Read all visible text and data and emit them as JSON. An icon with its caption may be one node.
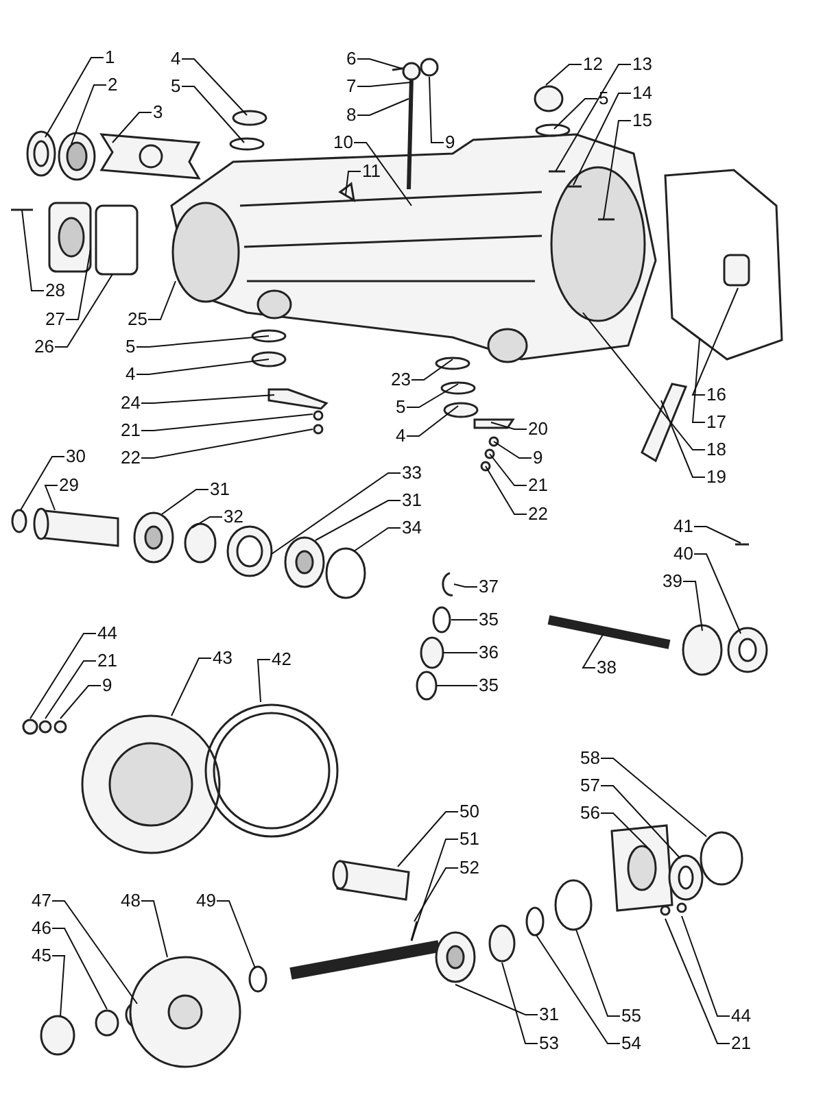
{
  "diagram": {
    "nodes": [
      {
        "text": [
          "1"
        ]
      },
      {
        "text": [
          "2"
        ]
      },
      {
        "text": [
          "3"
        ]
      },
      {
        "text": [
          "4"
        ]
      },
      {
        "text": [
          "5"
        ]
      },
      {
        "text": [
          "6"
        ]
      },
      {
        "text": [
          "7"
        ]
      },
      {
        "text": [
          "8"
        ]
      },
      {
        "text": [
          "9"
        ]
      },
      {
        "text": [
          "10"
        ]
      },
      {
        "text": [
          "11"
        ]
      },
      {
        "text": [
          "12"
        ]
      },
      {
        "text": [
          "5"
        ]
      },
      {
        "text": [
          "13"
        ]
      },
      {
        "text": [
          "14"
        ]
      },
      {
        "text": [
          "15"
        ]
      },
      {
        "text": [
          "16"
        ]
      },
      {
        "text": [
          "17"
        ]
      },
      {
        "text": [
          "18"
        ]
      },
      {
        "text": [
          "19"
        ]
      },
      {
        "text": [
          "20"
        ]
      },
      {
        "text": [
          "9"
        ]
      },
      {
        "text": [
          "21"
        ]
      },
      {
        "text": [
          "22"
        ]
      },
      {
        "text": [
          "23"
        ]
      },
      {
        "text": [
          "5"
        ]
      },
      {
        "text": [
          "4"
        ]
      },
      {
        "text": [
          "28"
        ]
      },
      {
        "text": [
          "25"
        ]
      },
      {
        "text": [
          "27"
        ]
      },
      {
        "text": [
          "26"
        ]
      },
      {
        "text": [
          "5"
        ]
      },
      {
        "text": [
          "4"
        ]
      },
      {
        "text": [
          "24"
        ]
      },
      {
        "text": [
          "21"
        ]
      },
      {
        "text": [
          "22"
        ]
      },
      {
        "text": [
          "30"
        ]
      },
      {
        "text": [
          "29"
        ]
      },
      {
        "text": [
          "31"
        ]
      },
      {
        "text": [
          "32"
        ]
      },
      {
        "text": [
          "33"
        ]
      },
      {
        "text": [
          "31"
        ]
      },
      {
        "text": [
          "34"
        ]
      },
      {
        "text": [
          "41"
        ]
      },
      {
        "text": [
          "40"
        ]
      },
      {
        "text": [
          "39"
        ]
      },
      {
        "text": [
          "37"
        ]
      },
      {
        "text": [
          "44"
        ]
      },
      {
        "text": [
          "35"
        ]
      },
      {
        "text": [
          "21"
        ]
      },
      {
        "text": [
          "43"
        ]
      },
      {
        "text": [
          "42"
        ]
      },
      {
        "text": [
          "38"
        ]
      },
      {
        "text": [
          "36"
        ]
      },
      {
        "text": [
          "9"
        ]
      },
      {
        "text": [
          "35"
        ]
      },
      {
        "text": [
          "58"
        ]
      },
      {
        "text": [
          "57"
        ]
      },
      {
        "text": [
          "50"
        ]
      },
      {
        "text": [
          "56"
        ]
      },
      {
        "text": [
          "51"
        ]
      },
      {
        "text": [
          "52"
        ]
      },
      {
        "text": [
          "47"
        ]
      },
      {
        "text": [
          "48"
        ]
      },
      {
        "text": [
          "49"
        ]
      },
      {
        "text": [
          "46"
        ]
      },
      {
        "text": [
          "45"
        ]
      },
      {
        "text": [
          "31"
        ]
      },
      {
        "text": [
          "55"
        ]
      },
      {
        "text": [
          "44"
        ]
      },
      {
        "text": [
          "53"
        ]
      },
      {
        "text": [
          "54"
        ]
      },
      {
        "text": [
          "21"
        ]
      }
    ],
    "edges": [
      {
        "from": 0,
        "to": null,
        "arrow": "none"
      },
      {
        "from": 1,
        "to": null,
        "arrow": "none"
      },
      {
        "from": 2,
        "to": null,
        "arrow": "none"
      },
      {
        "from": 3,
        "to": null,
        "arrow": "none"
      },
      {
        "from": 4,
        "to": null,
        "arrow": "none"
      },
      {
        "from": 5,
        "to": null,
        "arrow": "none"
      },
      {
        "from": 6,
        "to": null,
        "arrow": "none"
      },
      {
        "from": 7,
        "to": null,
        "arrow": "none"
      },
      {
        "from": 8,
        "to": null,
        "arrow": "none"
      },
      {
        "from": 9,
        "to": null,
        "arrow": "none"
      },
      {
        "from": 10,
        "to": null,
        "arrow": "none"
      },
      {
        "from": 11,
        "to": null,
        "arrow": "none"
      },
      {
        "from": 12,
        "to": null,
        "arrow": "none"
      },
      {
        "from": 13,
        "to": null,
        "arrow": "none"
      },
      {
        "from": 14,
        "to": null,
        "arrow": "none"
      },
      {
        "from": 15,
        "to": null,
        "arrow": "none"
      },
      {
        "from": 16,
        "to": null,
        "arrow": "none"
      },
      {
        "from": 17,
        "to": null,
        "arrow": "none"
      },
      {
        "from": 18,
        "to": null,
        "arrow": "none"
      },
      {
        "from": 19,
        "to": null,
        "arrow": "none"
      },
      {
        "from": 20,
        "to": null,
        "arrow": "none"
      },
      {
        "from": 21,
        "to": null,
        "arrow": "none"
      },
      {
        "from": 22,
        "to": null,
        "arrow": "none"
      },
      {
        "from": 23,
        "to": null,
        "arrow": "none"
      },
      {
        "from": 24,
        "to": null,
        "arrow": "none"
      },
      {
        "from": 25,
        "to": null,
        "arrow": "none"
      },
      {
        "from": 26,
        "to": null,
        "arrow": "none"
      },
      {
        "from": 27,
        "to": null,
        "arrow": "none"
      },
      {
        "from": 28,
        "to": null,
        "arrow": "none"
      },
      {
        "from": 29,
        "to": null,
        "arrow": "none"
      },
      {
        "from": 30,
        "to": null,
        "arrow": "none"
      },
      {
        "from": 31,
        "to": null,
        "arrow": "none"
      },
      {
        "from": 32,
        "to": null,
        "arrow": "none"
      },
      {
        "from": 33,
        "to": null,
        "arrow": "none"
      },
      {
        "from": 34,
        "to": null,
        "arrow": "none"
      },
      {
        "from": 35,
        "to": null,
        "arrow": "none"
      },
      {
        "from": 36,
        "to": null,
        "arrow": "none"
      },
      {
        "from": 37,
        "to": null,
        "arrow": "none"
      },
      {
        "from": 38,
        "to": null,
        "arrow": "none"
      },
      {
        "from": 39,
        "to": null,
        "arrow": "none"
      },
      {
        "from": 40,
        "to": null,
        "arrow": "none"
      },
      {
        "from": 41,
        "to": null,
        "arrow": "none"
      },
      {
        "from": 42,
        "to": null,
        "arrow": "none"
      },
      {
        "from": 43,
        "to": null,
        "arrow": "none"
      },
      {
        "from": 44,
        "to": null,
        "arrow": "none"
      },
      {
        "from": 45,
        "to": null,
        "arrow": "none"
      },
      {
        "from": 46,
        "to": null,
        "arrow": "none"
      },
      {
        "from": 47,
        "to": null,
        "arrow": "none"
      },
      {
        "from": 48,
        "to": null,
        "arrow": "none"
      },
      {
        "from": 49,
        "to": null,
        "arrow": "none"
      },
      {
        "from": 50,
        "to": null,
        "arrow": "none"
      },
      {
        "from": 51,
        "to": null,
        "arrow": "none"
      },
      {
        "from": 52,
        "to": null,
        "arrow": "none"
      },
      {
        "from": 53,
        "to": null,
        "arrow": "none"
      },
      {
        "from": 54,
        "to": null,
        "arrow": "none"
      },
      {
        "from": 55,
        "to": null,
        "arrow": "none"
      },
      {
        "from": 56,
        "to": null,
        "arrow": "none"
      },
      {
        "from": 57,
        "to": null,
        "arrow": "none"
      },
      {
        "from": 58,
        "to": null,
        "arrow": "none"
      },
      {
        "from": 59,
        "to": null,
        "arrow": "none"
      },
      {
        "from": 60,
        "to": null,
        "arrow": "none"
      },
      {
        "from": 61,
        "to": null,
        "arrow": "none"
      },
      {
        "from": 62,
        "to": null,
        "arrow": "none"
      },
      {
        "from": 63,
        "to": null,
        "arrow": "none"
      },
      {
        "from": 64,
        "to": null,
        "arrow": "none"
      },
      {
        "from": 65,
        "to": null,
        "arrow": "none"
      },
      {
        "from": 66,
        "to": null,
        "arrow": "none"
      },
      {
        "from": 67,
        "to": null,
        "arrow": "none"
      },
      {
        "from": 68,
        "to": null,
        "arrow": "none"
      },
      {
        "from": 69,
        "to": null,
        "arrow": "none"
      },
      {
        "from": 70,
        "to": null,
        "arrow": "none"
      },
      {
        "from": 71,
        "to": null,
        "arrow": "none"
      },
      {
        "from": 72,
        "to": null,
        "arrow": "none"
      }
    ]
  }
}
